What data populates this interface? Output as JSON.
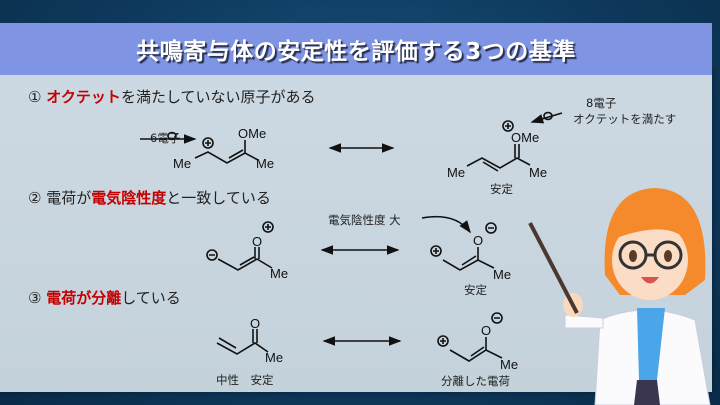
{
  "title": "共鳴寄与体の安定性を評価する3つの基準",
  "criteria": [
    {
      "num": "①",
      "highlight": "オクテット",
      "rest": "を満たしていない原子がある"
    },
    {
      "num": "②",
      "pre": "電荷が",
      "highlight": "電気陰性度",
      "rest": "と一致している"
    },
    {
      "num": "③",
      "highlight": "電荷が分離",
      "rest": "している"
    }
  ],
  "annotations": {
    "six_electrons": "6電子",
    "eight_electrons": "8電子",
    "octet_satisfied": "オクテットを満たす",
    "stable": "安定",
    "electronegativity_large": "電気陰性度 大",
    "neutral_stable": "中性　安定",
    "separated_charge": "分離した電荷"
  },
  "labels": {
    "ome": "OMe",
    "me": "Me",
    "o": "O"
  },
  "colors": {
    "title_bar": "#7f95e4",
    "highlight": "#c40000",
    "background": "#0e3a5e"
  }
}
